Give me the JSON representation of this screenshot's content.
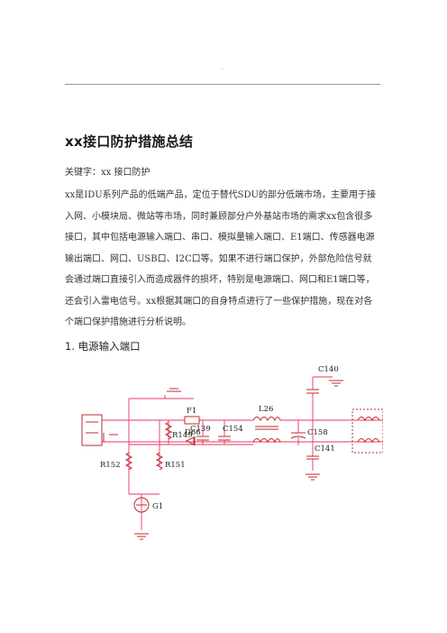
{
  "document": {
    "title": "xx接口防护措施总结",
    "keywords": "关键字：xx 接口防护",
    "paragraph_lines": [
      "xx是IDU系列产品的低端产品，定位于替代SDU的部分低端市场，主要用于接",
      "入网、小模块局、微站等市场，同时兼顾部分户外基站市场的需求xx包含很多",
      "接口，其中包括电源输入端口、串口、模拟量输入端口、E1端口、传感器电源",
      "输出端口、网口、USB口、I2C口等。如果不进行端口保护，外部危险信号就",
      "会通过端口直接引入而造成器件的损坏，特别是电源端口、网口和E1端口等，",
      "还会引入雷电信号。xx根据其端口的自身特点进行了一些保护措施，现在对各",
      "个端口保护措施进行分析说明。"
    ],
    "section_heading": "1.  电源输入端口"
  },
  "schematic": {
    "labels": {
      "F1": "F1",
      "L26": "L26",
      "C140": "C140",
      "C139": "C139",
      "C154": "C154",
      "C158": "C158",
      "C141": "C141",
      "R149": "R149",
      "D66": "D66",
      "R152": "R152",
      "R151": "R151",
      "G1": "G1"
    },
    "colors": {
      "wire": "#e8356b",
      "component": "#c02828",
      "label": "#222222",
      "connector": "#b03030"
    }
  }
}
